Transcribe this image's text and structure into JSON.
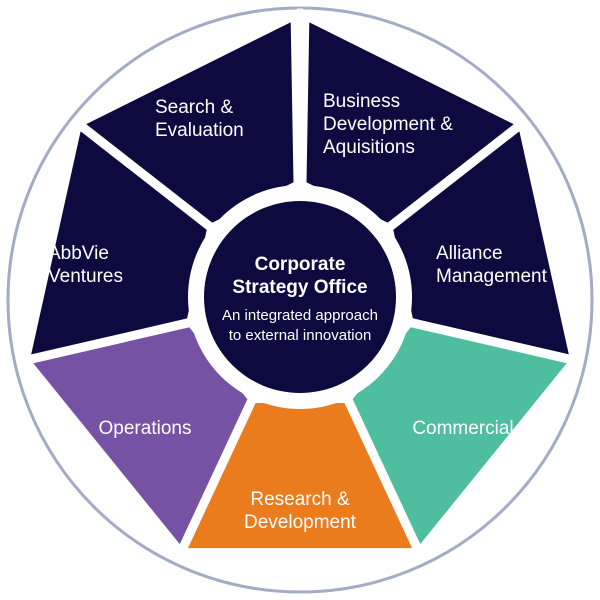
{
  "colors": {
    "outer_ring": "#a3acc5",
    "navy": "#0c0a3e",
    "purple": "#7552a3",
    "orange": "#ea7c1e",
    "teal": "#4fbe9f",
    "text_light": "#ffffff",
    "background": "#ffffff"
  },
  "center": {
    "title_lines": [
      "Corporate",
      "Strategy Office"
    ],
    "subtitle_lines": [
      "An integrated approach",
      "to external innovation"
    ]
  },
  "segments": [
    {
      "id": "search-evaluation",
      "lines": [
        "Search &",
        "Evaluation"
      ],
      "color": "navy"
    },
    {
      "id": "business-development",
      "lines": [
        "Business",
        "Development &",
        "Aquisitions"
      ],
      "color": "navy"
    },
    {
      "id": "alliance-management",
      "lines": [
        "Alliance",
        "Management"
      ],
      "color": "navy"
    },
    {
      "id": "commercial",
      "lines": [
        "Commercial"
      ],
      "color": "teal"
    },
    {
      "id": "research-development",
      "lines": [
        "Research &",
        "Development"
      ],
      "color": "orange"
    },
    {
      "id": "operations",
      "lines": [
        "Operations"
      ],
      "color": "purple"
    },
    {
      "id": "abbvie-ventures",
      "lines": [
        "AbbVie",
        "Ventures"
      ],
      "color": "navy"
    }
  ]
}
